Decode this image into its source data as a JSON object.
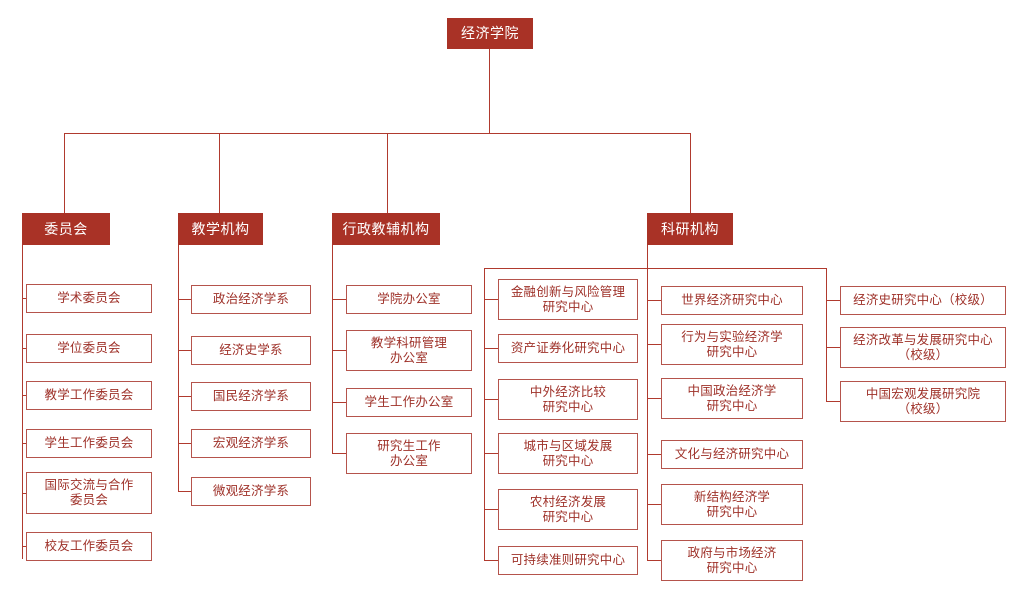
{
  "meta": {
    "title": "经济学院组织架构图",
    "colors": {
      "node_fill": "#a93226",
      "node_text": "#ffffff",
      "leaf_border": "#b5544c",
      "leaf_text": "#9e3028",
      "line": "#b03a2e",
      "background": "#ffffff"
    }
  },
  "root": {
    "label": "经济学院"
  },
  "groups": [
    {
      "key": "committees",
      "label": "委员会"
    },
    {
      "key": "teaching",
      "label": "教学机构"
    },
    {
      "key": "administrative",
      "label": "行政教辅机构"
    },
    {
      "key": "research",
      "label": "科研机构"
    }
  ],
  "columns": {
    "committees": [
      {
        "label": "学术委员会"
      },
      {
        "label": "学位委员会"
      },
      {
        "label": "教学工作委员会"
      },
      {
        "label": "学生工作委员会"
      },
      {
        "label": "国际交流与合作\n委员会"
      },
      {
        "label": "校友工作委员会"
      }
    ],
    "teaching": [
      {
        "label": "政治经济学系"
      },
      {
        "label": "经济史学系"
      },
      {
        "label": "国民经济学系"
      },
      {
        "label": "宏观经济学系"
      },
      {
        "label": "微观经济学系"
      }
    ],
    "administrative": [
      {
        "label": "学院办公室"
      },
      {
        "label": "教学科研管理\n办公室"
      },
      {
        "label": "学生工作办公室"
      },
      {
        "label": "研究生工作\n办公室"
      }
    ],
    "research_a": [
      {
        "label": "金融创新与风险管理\n研究中心"
      },
      {
        "label": "资产证券化研究中心"
      },
      {
        "label": "中外经济比较\n研究中心"
      },
      {
        "label": "城市与区域发展\n研究中心"
      },
      {
        "label": "农村经济发展\n研究中心"
      },
      {
        "label": "可持续准则研究中心"
      }
    ],
    "research_b": [
      {
        "label": "世界经济研究中心"
      },
      {
        "label": "行为与实验经济学\n研究中心"
      },
      {
        "label": "中国政治经济学\n研究中心"
      },
      {
        "label": "文化与经济研究中心"
      },
      {
        "label": "新结构经济学\n研究中心"
      },
      {
        "label": "政府与市场经济\n研究中心"
      }
    ],
    "research_c": [
      {
        "label": "经济史研究中心（校级）"
      },
      {
        "label": "经济改革与发展研究中心\n（校级）"
      },
      {
        "label": "中国宏观发展研究院\n（校级）"
      }
    ]
  }
}
